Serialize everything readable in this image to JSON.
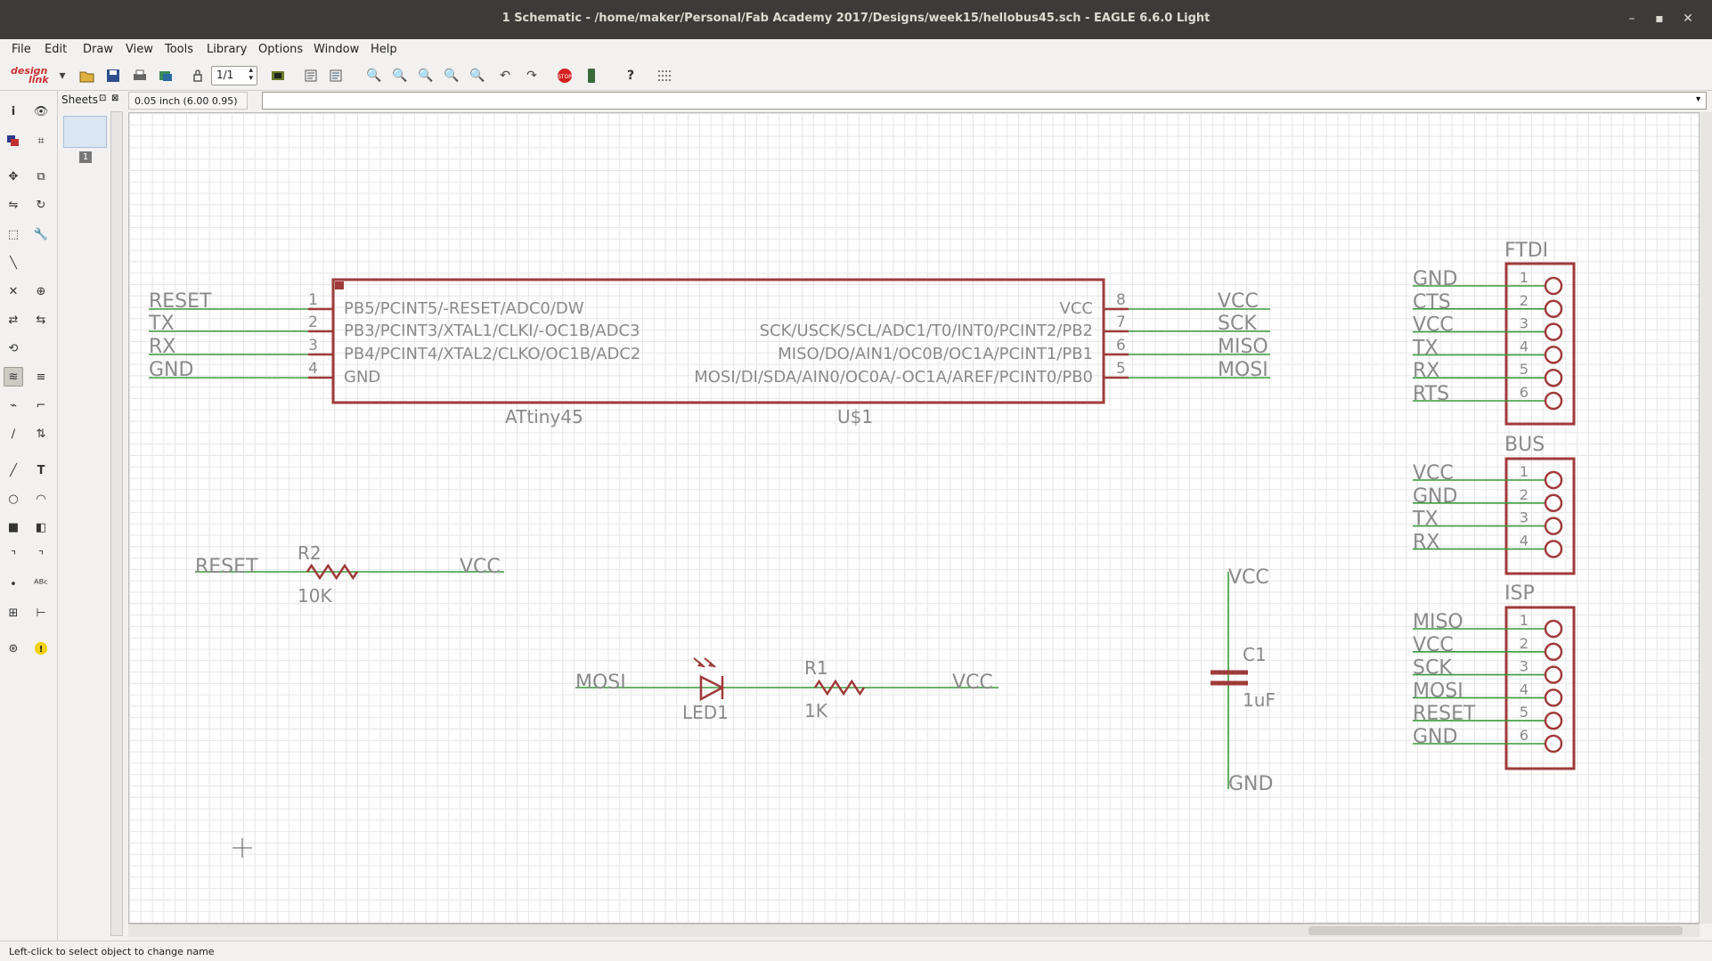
{
  "window": {
    "title": "1 Schematic - /home/maker/Personal/Fab Academy 2017/Designs/week15/hellobus45.sch - EAGLE 6.6.0 Light"
  },
  "menu": [
    "File",
    "Edit",
    "Draw",
    "View",
    "Tools",
    "Library",
    "Options",
    "Window",
    "Help"
  ],
  "toolbar": {
    "logo_line1": "design",
    "logo_line2": "link",
    "sheet_spin": "1/1"
  },
  "sheets": {
    "label": "Sheets",
    "page_number": "1"
  },
  "coordinate": "0.05 inch (6.00 0.95)",
  "command_value": "",
  "status": "Left-click to select object to change name",
  "colors": {
    "net": "#3a9a3a",
    "symbol": "#a03a3a",
    "text": "#8a8a8a"
  },
  "schematic": {
    "ic": {
      "name": "U$1",
      "value": "ATtiny45",
      "left_pins": [
        {
          "num": "1",
          "name": "PB5/PCINT5/-RESET/ADC0/DW",
          "net": "RESET"
        },
        {
          "num": "2",
          "name": "PB3/PCINT3/XTAL1/CLKI/-OC1B/ADC3",
          "net": "TX"
        },
        {
          "num": "3",
          "name": "PB4/PCINT4/XTAL2/CLKO/OC1B/ADC2",
          "net": "RX"
        },
        {
          "num": "4",
          "name": "GND",
          "net": "GND"
        }
      ],
      "right_pins": [
        {
          "num": "8",
          "name": "VCC",
          "net": "VCC"
        },
        {
          "num": "7",
          "name": "SCK/USCK/SCL/ADC1/T0/INT0/PCINT2/PB2",
          "net": "SCK"
        },
        {
          "num": "6",
          "name": "MISO/DO/AIN1/OC0B/OC1A/PCINT1/PB1",
          "net": "MISO"
        },
        {
          "num": "5",
          "name": "MOSI/DI/SDA/AIN0/OC0A/-OC1A/AREF/PCINT0/PB0",
          "net": "MOSI"
        }
      ]
    },
    "headers": [
      {
        "name": "FTDI",
        "pins": [
          {
            "num": "1",
            "net": "GND"
          },
          {
            "num": "2",
            "net": "CTS"
          },
          {
            "num": "3",
            "net": "VCC"
          },
          {
            "num": "4",
            "net": "TX"
          },
          {
            "num": "5",
            "net": "RX"
          },
          {
            "num": "6",
            "net": "RTS"
          }
        ]
      },
      {
        "name": "BUS",
        "pins": [
          {
            "num": "1",
            "net": "VCC"
          },
          {
            "num": "2",
            "net": "GND"
          },
          {
            "num": "3",
            "net": "TX"
          },
          {
            "num": "4",
            "net": "RX"
          }
        ]
      },
      {
        "name": "ISP",
        "pins": [
          {
            "num": "1",
            "net": "MISO"
          },
          {
            "num": "2",
            "net": "VCC"
          },
          {
            "num": "3",
            "net": "SCK"
          },
          {
            "num": "4",
            "net": "MOSI"
          },
          {
            "num": "5",
            "net": "RESET"
          },
          {
            "num": "6",
            "net": "GND"
          }
        ]
      }
    ],
    "r2": {
      "name": "R2",
      "value": "10K",
      "left_net": "RESET",
      "right_net": "VCC"
    },
    "led": {
      "name": "LED1",
      "left_net": "MOSI"
    },
    "r1": {
      "name": "R1",
      "value": "1K",
      "right_net": "VCC"
    },
    "c1": {
      "name": "C1",
      "value": "1uF",
      "top_net": "VCC",
      "bottom_net": "GND"
    }
  }
}
